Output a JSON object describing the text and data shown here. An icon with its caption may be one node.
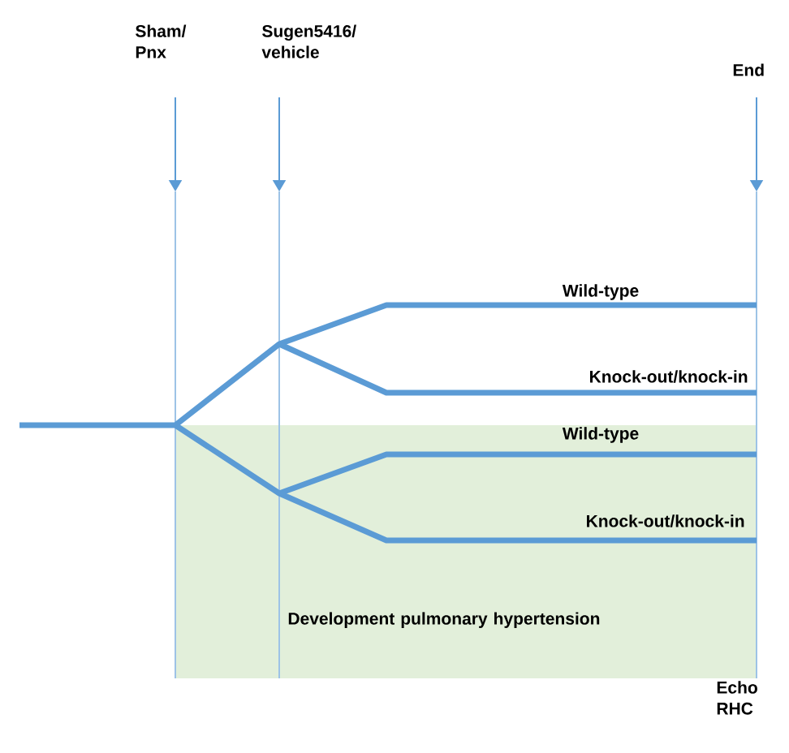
{
  "diagram": {
    "nodes": [
      {
        "text": [
          "Sham/ Pnx"
        ]
      },
      {
        "text": [
          "Sugen5416/ vehicle"
        ]
      },
      {
        "text": [
          "End"
        ]
      },
      {
        "text": [
          "Development pulmonary hypertension"
        ]
      }
    ],
    "edges": [
      {
        "from": 0,
        "to": null,
        "arrow": "to"
      },
      {
        "from": 1,
        "to": null,
        "arrow": "to"
      },
      {
        "from": 2,
        "to": null,
        "arrow": "to"
      }
    ],
    "labels": [
      "Wild-type",
      "Knock-out/knock-in",
      "Wild-type",
      "Knock-out/knock-in",
      "Echo RHC"
    ]
  }
}
